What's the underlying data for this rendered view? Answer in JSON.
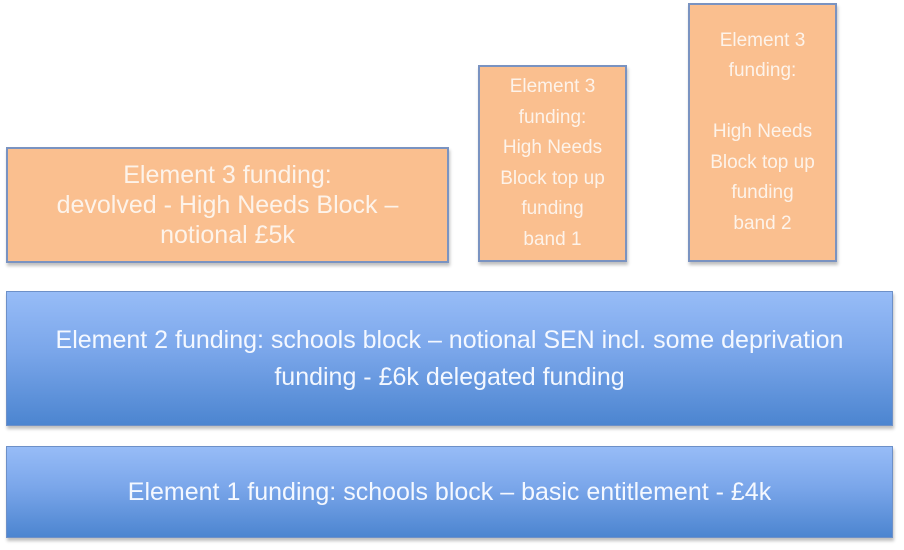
{
  "diagram": {
    "title": "",
    "colors": {
      "element3_fill": "#fabf8f",
      "element3_border": "#7a93c1",
      "element_blue_top": "#97bcf7",
      "element_blue_bottom": "#4c85d0",
      "text": "#ffffff"
    },
    "element3_boxes": [
      {
        "id": "devolved",
        "text": "Element 3 funding:\ndevolved - High Needs Block –\nnotional  £5k"
      },
      {
        "id": "band1",
        "text": "Element 3\nfunding:\nHigh Needs\nBlock top up\nfunding\nband 1"
      },
      {
        "id": "band2",
        "text": "Element 3\nfunding:\n\nHigh Needs\nBlock top up\nfunding\nband  2"
      }
    ],
    "element2": {
      "text": "Element 2 funding:  schools block – notional SEN incl. some deprivation\nfunding - £6k delegated funding"
    },
    "element1": {
      "text": "Element 1 funding:  schools block – basic entitlement - £4k"
    }
  }
}
